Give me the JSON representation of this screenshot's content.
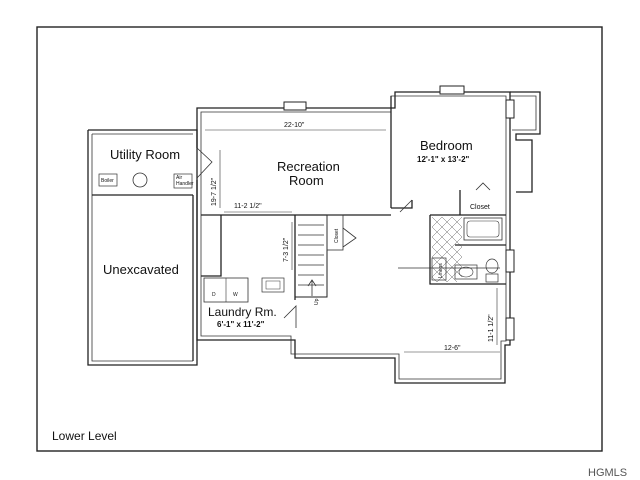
{
  "plan": {
    "caption": "Lower Level",
    "watermark": "HGMLS",
    "rooms": {
      "utility": {
        "name": "Utility Room",
        "boiler": "Boiler",
        "air_handler_1": "Air",
        "air_handler_2": "Handler"
      },
      "unexcavated": {
        "name": "Unexcavated"
      },
      "recreation": {
        "name_1": "Recreation",
        "name_2": "Room"
      },
      "bedroom": {
        "name": "Bedroom",
        "size": "12'-1\" x 13'-2\""
      },
      "laundry": {
        "name": "Laundry Rm.",
        "size": "6'-1\" x 11'-2\""
      },
      "closet": "Closet",
      "stair_closet": "Closet",
      "linens": "Linens",
      "washer": "W",
      "dryer": "D",
      "stair_up": "Up"
    },
    "dimensions": {
      "rec_width": "22-10\"",
      "rec_depth": "19-7 1/2\"",
      "rec_inner": "11-2 1/2\"",
      "laundry_depth": "7-3 1/2\"",
      "hall_width": "12-6\"",
      "hall_depth": "11-1 1/2\""
    }
  }
}
